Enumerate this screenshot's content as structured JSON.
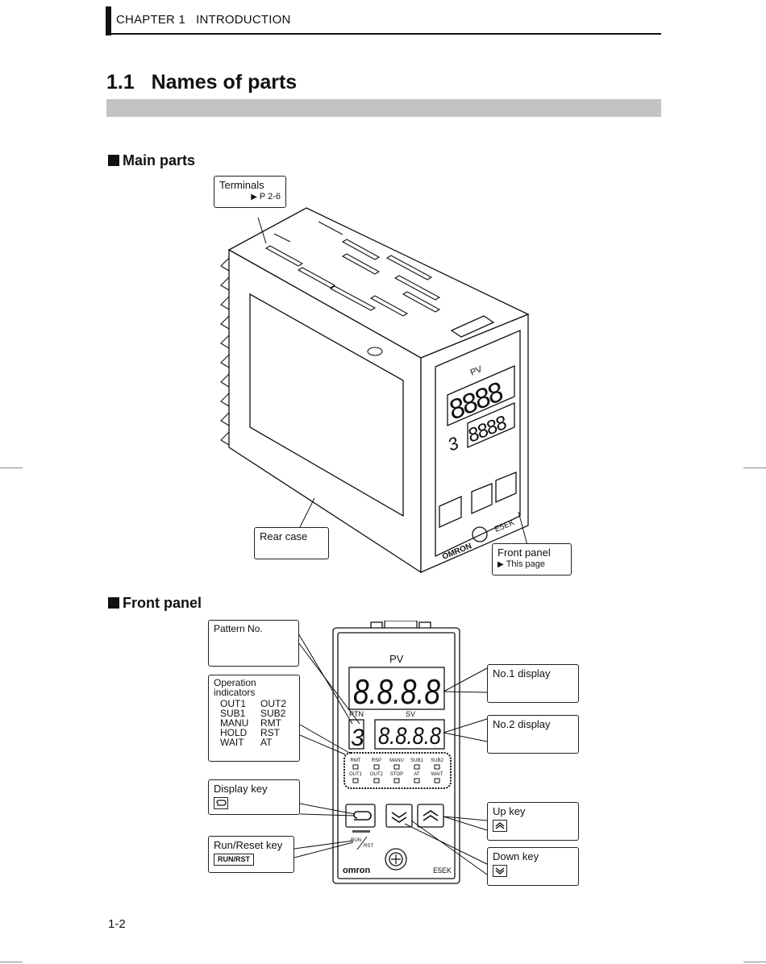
{
  "header": {
    "chapter": "CHAPTER 1   INTRODUCTION"
  },
  "section": {
    "title": "1.1   Names of parts"
  },
  "main_parts": {
    "heading": "Main parts",
    "terminals": {
      "label": "Terminals",
      "ref": "P 2-6"
    },
    "rear_case": {
      "label": "Rear case"
    },
    "front_panel": {
      "label": "Front panel",
      "ref": "This page"
    }
  },
  "front_panel": {
    "heading": "Front panel",
    "pattern_no": "Pattern No.",
    "operation_indicators": {
      "title": "Operation indicators",
      "left": [
        "OUT1",
        "SUB1",
        "MANU",
        "HOLD",
        "WAIT"
      ],
      "right": [
        "OUT2",
        "SUB2",
        "RMT",
        "RST",
        "AT"
      ]
    },
    "display_key": "Display key",
    "run_reset_key": {
      "label": "Run/Reset key",
      "key": "RUN/RST"
    },
    "no1_display": "No.1 display",
    "no2_display": "No.2 display",
    "up_key": "Up key",
    "down_key": "Down key"
  },
  "device": {
    "pv": "PV",
    "sv": "SV",
    "ptn": "PTN",
    "no1_digits": "8.8.8.8",
    "no2_digits": "8.8.8.8",
    "ptn_digit": "3",
    "top_leds": [
      "RMT",
      "RSP",
      "MANU",
      "SUB1",
      "SUB2"
    ],
    "bottom_leds": [
      "OUT1",
      "OUT2",
      "STOP",
      "AT",
      "WAIT"
    ],
    "run_label": "RUN",
    "rst_label": "RST",
    "brand": "omron",
    "model": "E5EK"
  },
  "footer": {
    "page": "1-2"
  }
}
